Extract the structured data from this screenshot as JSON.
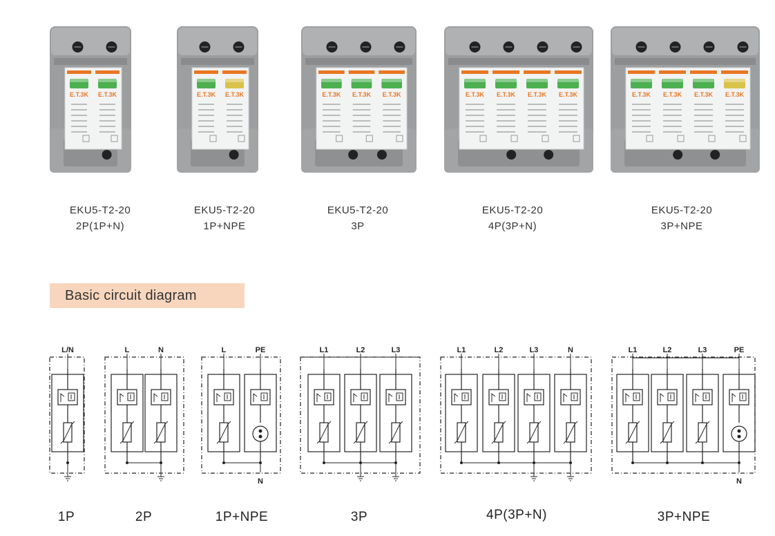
{
  "products": [
    {
      "model": "EKU5-T2-20",
      "variant": "2P(1P+N)"
    },
    {
      "model": "EKU5-T2-20",
      "variant": "1P+NPE"
    },
    {
      "model": "EKU5-T2-20",
      "variant": "3P"
    },
    {
      "model": "EKU5-T2-20",
      "variant": "4P(3P+N)"
    },
    {
      "model": "EKU5-T2-20",
      "variant": "3P+NPE"
    }
  ],
  "brand_logo": "E.T.3K",
  "section_title": "Basic circuit diagram",
  "diagrams": [
    {
      "caption": "1P",
      "terminals": [
        "L/N"
      ],
      "bottom": ""
    },
    {
      "caption": "2P",
      "terminals": [
        "L",
        "N"
      ],
      "bottom": ""
    },
    {
      "caption": "1P+NPE",
      "terminals": [
        "L",
        "PE"
      ],
      "bottom": "N"
    },
    {
      "caption": "3P",
      "terminals": [
        "L1",
        "L2",
        "L3"
      ],
      "bottom": ""
    },
    {
      "caption": "4P(3P+N)",
      "terminals": [
        "L1",
        "L2",
        "L3",
        "N"
      ],
      "bottom": ""
    },
    {
      "caption": "3P+NPE",
      "terminals": [
        "L1",
        "L2",
        "L3",
        "PE"
      ],
      "bottom": "N"
    }
  ],
  "colors": {
    "accent_band": "#f8d6bd",
    "window_green": "#4caf50",
    "window_yellow": "#d8c24a",
    "logo_orange": "#e87722"
  }
}
